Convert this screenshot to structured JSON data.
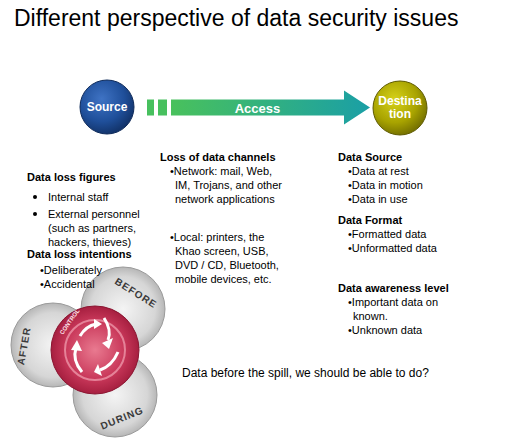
{
  "diagram": {
    "title": "Different perspective of data security issues",
    "nodes": [
      {
        "text": [
          "Source"
        ]
      },
      {
        "text": [
          "Destina tion"
        ]
      },
      {
        "text": [
          "BEFORE"
        ]
      },
      {
        "text": [
          "AFTER"
        ]
      },
      {
        "text": [
          "DURING"
        ]
      }
    ],
    "edges": [
      {
        "from": 0,
        "to": 1,
        "arrow": "to",
        "label": "Access"
      }
    ],
    "labels": [
      "Data loss figures",
      "Internal staff",
      "External personnel (such as partners, hackers, thieves)",
      "Data loss intentions",
      "•Deliberately",
      "•Accidental",
      "Loss of data channels",
      "•Network: mail, Web, IM, Trojans, and other network applications",
      "•Local: printers, the Khao screen, USB, DVD / CD, Bluetooth, mobile devices, etc.",
      "Data Source",
      "•Data at rest",
      "•Data in motion",
      "•Data in use",
      "Data Format",
      "•Formatted data",
      "•Unformatted data",
      "Data awareness level",
      "•Important data on known.",
      "•Unknown data",
      "CONTROL",
      "Data before the spill, we should be able to do?"
    ]
  }
}
